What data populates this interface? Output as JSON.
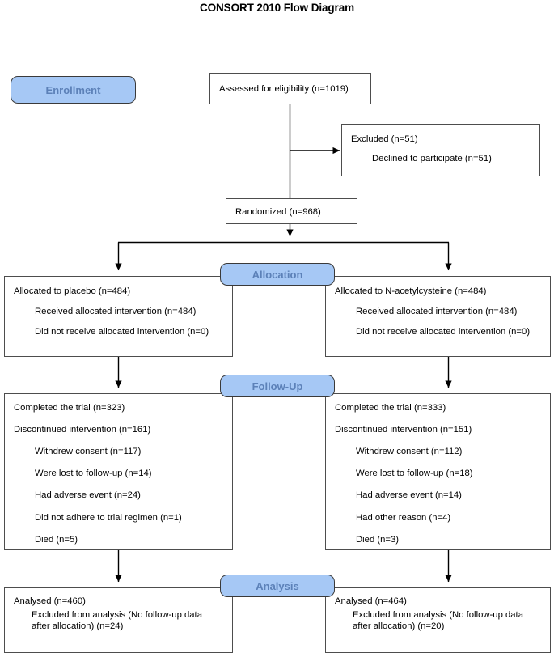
{
  "title": "CONSORT 2010 Flow Diagram",
  "stages": {
    "enrollment": "Enrollment",
    "allocation": "Allocation",
    "followup": "Follow-Up",
    "analysis": "Analysis"
  },
  "enrollment": {
    "assessed": "Assessed for eligibility (n=1019)",
    "excluded_title": "Excluded (n=51)",
    "excluded_reason": "Declined to participate (n=51)",
    "randomized": "Randomized (n=968)"
  },
  "allocation": {
    "left": {
      "allocated": "Allocated to placebo (n=484)",
      "received": "Received allocated intervention (n=484)",
      "not_received": "Did not receive allocated intervention (n=0)"
    },
    "right": {
      "allocated": "Allocated to N-acetylcysteine (n=484)",
      "received": "Received allocated intervention (n=484)",
      "not_received": "Did not receive allocated intervention (n=0)"
    }
  },
  "followup": {
    "left": {
      "completed": "Completed the trial (n=323)",
      "discontinued": "Discontinued intervention (n=161)",
      "reasons": [
        "Withdrew consent (n=117)",
        "Were lost to follow-up (n=14)",
        "Had adverse event (n=24)",
        "Did not adhere to trial regimen (n=1)",
        "Died (n=5)"
      ]
    },
    "right": {
      "completed": "Completed the trial (n=333)",
      "discontinued": "Discontinued intervention (n=151)",
      "reasons": [
        "Withdrew consent (n=112)",
        "Were lost to follow-up (n=18)",
        "Had adverse event (n=14)",
        "Had other reason (n=4)",
        "Died (n=3)"
      ]
    }
  },
  "analysis": {
    "left": {
      "analysed": "Analysed (n=460)",
      "excluded": "Excluded from analysis (No follow-up data after allocation) (n=24)"
    },
    "right": {
      "analysed": "Analysed (n=464)",
      "excluded": "Excluded from analysis (No follow-up data after allocation) (n=20)"
    }
  },
  "colors": {
    "stage_fill": "#a6c8f5",
    "stage_text": "#5c81b8",
    "box_border": "#4d4d4d",
    "connector": "#000000"
  }
}
